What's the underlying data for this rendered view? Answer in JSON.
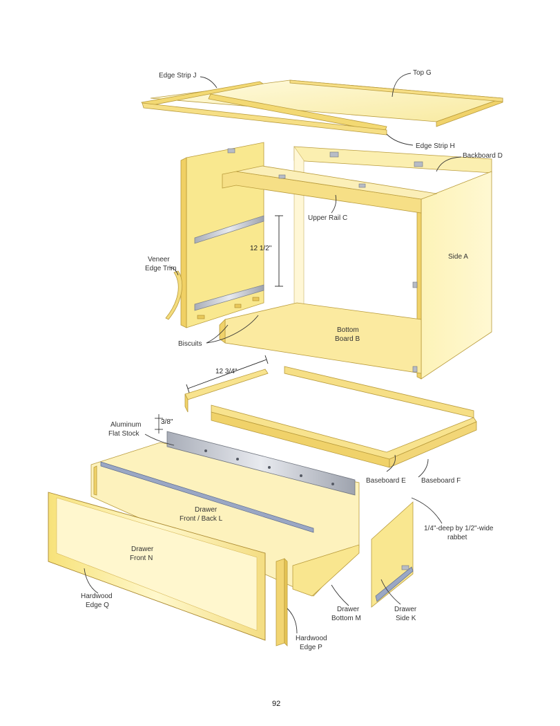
{
  "page_number": "92",
  "colors": {
    "panel_face": "#fdf6c2",
    "panel_edge": "#f2d978",
    "panel_deep": "#eccf6a",
    "outline": "#b89a3a",
    "metal": "#c9ccd4",
    "metal_dark": "#8e939e",
    "leader": "#333333"
  },
  "labels": {
    "edge_strip_j": "Edge Strip J",
    "top_g": "Top G",
    "edge_strip_h": "Edge Strip H",
    "backboard_d": "Backboard D",
    "upper_rail_c": "Upper Rail C",
    "side_a": "Side A",
    "veneer_line1": "Veneer",
    "veneer_line2": "Edge Trim",
    "bottom_line1": "Bottom",
    "bottom_line2": "Board B",
    "biscuits": "Biscuits",
    "aluminum_line1": "Aluminum",
    "aluminum_line2": "Flat Stock",
    "baseboard_e": "Baseboard E",
    "baseboard_f": "Baseboard F",
    "drawer_fb_line1": "Drawer",
    "drawer_fb_line2": "Front / Back L",
    "rabbet_line1": "1/4\"-deep by 1/2\"-wide",
    "rabbet_line2": "rabbet",
    "drawer_front_line1": "Drawer",
    "drawer_front_line2": "Front N",
    "hardwood_q_line1": "Hardwood",
    "hardwood_q_line2": "Edge Q",
    "drawer_bottom_line1": "Drawer",
    "drawer_bottom_line2": "Bottom M",
    "drawer_side_line1": "Drawer",
    "drawer_side_line2": "Side K",
    "hardwood_p_line1": "Hardwood",
    "hardwood_p_line2": "Edge P"
  },
  "dimensions": {
    "slide_spacing": "12 1/2\"",
    "base_width": "12 3/4\"",
    "strip_offset": "3/8\""
  }
}
